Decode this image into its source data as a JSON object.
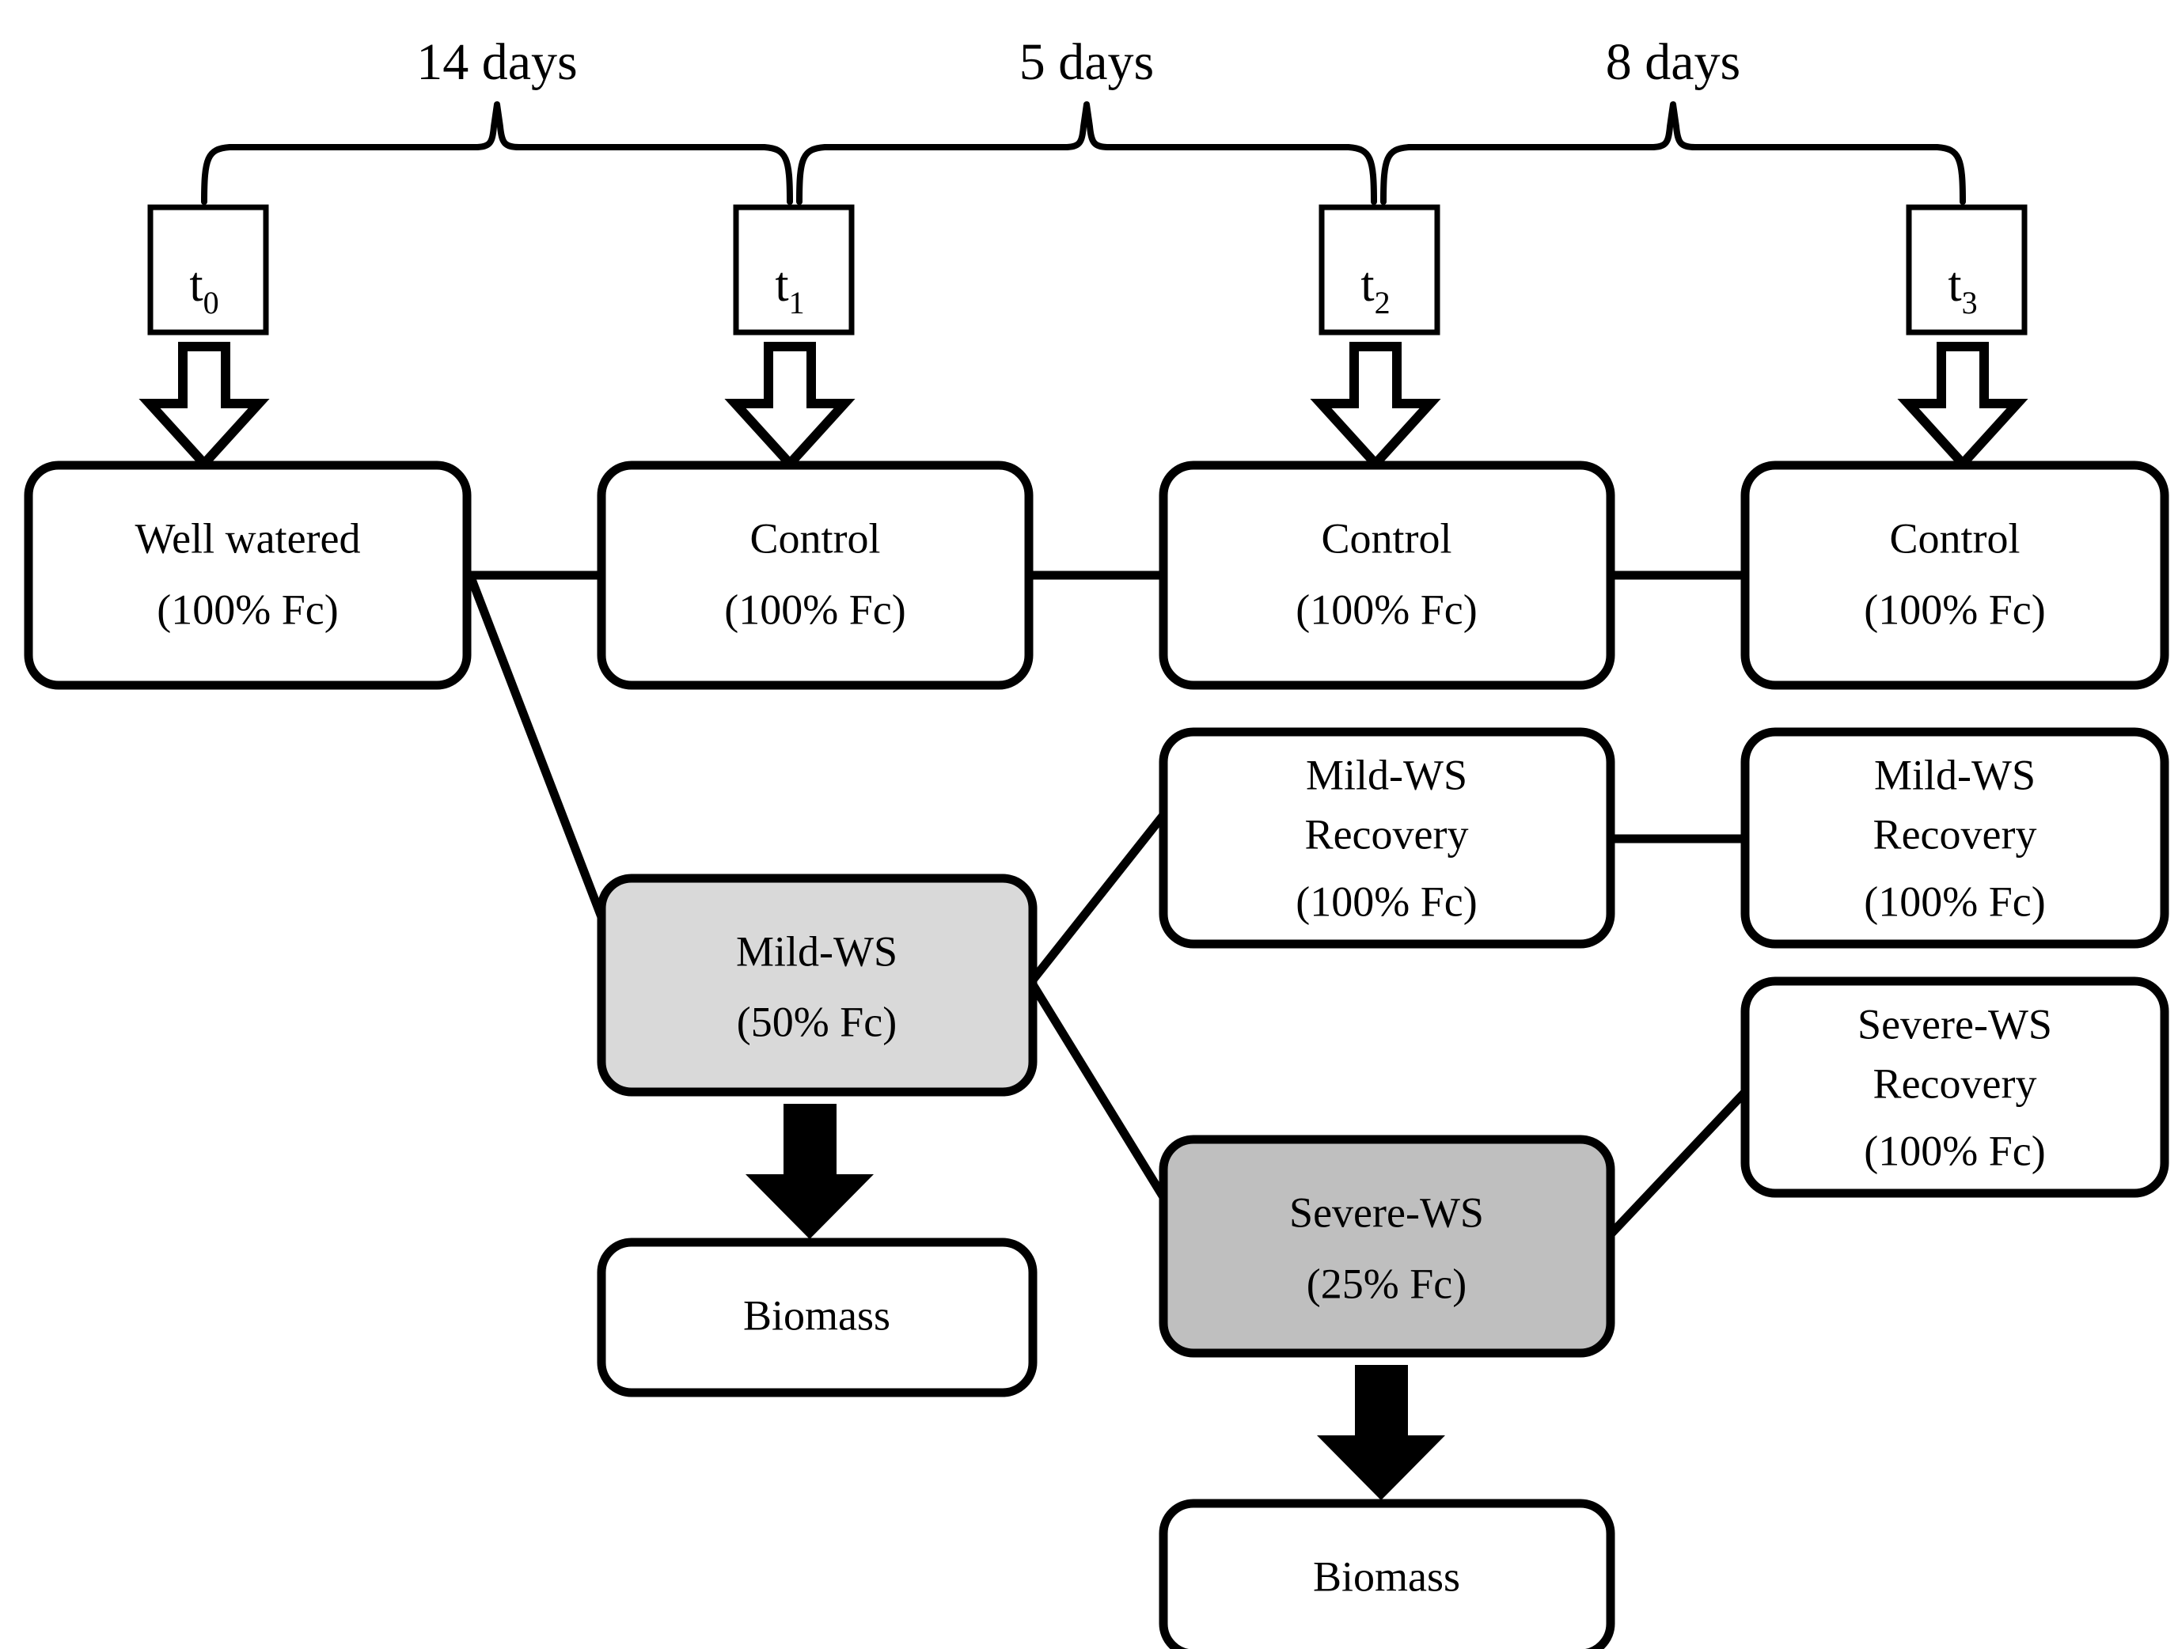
{
  "figure": {
    "type": "experimental-design-flow-diagram",
    "title": "Water stress experimental timeline",
    "background_color": "#ffffff",
    "line_color": "#000000"
  },
  "timeline": {
    "intervals": [
      {
        "label": "14 days",
        "from": "t0",
        "to": "t1"
      },
      {
        "label": "5 days",
        "from": "t1",
        "to": "t2"
      },
      {
        "label": "8 days",
        "from": "t2",
        "to": "t3"
      }
    ],
    "timepoints": [
      {
        "base": "t",
        "sub": "0",
        "full": "t0"
      },
      {
        "base": "t",
        "sub": "1",
        "full": "t1"
      },
      {
        "base": "t",
        "sub": "2",
        "full": "t2"
      },
      {
        "base": "t",
        "sub": "3",
        "full": "t3"
      }
    ]
  },
  "colors": {
    "box_fill_white": "#ffffff",
    "box_fill_mild": "#d9d9d9",
    "box_fill_severe": "#bfbfbf",
    "stroke": "#000000"
  },
  "treatments": {
    "well_watered": {
      "line1": "Well watered",
      "line2": "(100% Fc)",
      "fill": "#ffffff"
    },
    "control_t1": {
      "line1": "Control",
      "line2": "(100% Fc)",
      "fill": "#ffffff"
    },
    "control_t2": {
      "line1": "Control",
      "line2": "(100% Fc)",
      "fill": "#ffffff"
    },
    "control_t3": {
      "line1": "Control",
      "line2": "(100% Fc)",
      "fill": "#ffffff"
    },
    "mild_ws": {
      "line1": "Mild-WS",
      "line2": "(50% Fc)",
      "fill": "#d9d9d9"
    },
    "severe_ws": {
      "line1": "Severe-WS",
      "line2": "(25% Fc)",
      "fill": "#bfbfbf"
    },
    "mild_recovery_t2": {
      "line1": "Mild-WS",
      "line2": "Recovery",
      "line3": "(100% Fc)",
      "fill": "#ffffff"
    },
    "mild_recovery_t3": {
      "line1": "Mild-WS",
      "line2": "Recovery",
      "line3": "(100% Fc)",
      "fill": "#ffffff"
    },
    "severe_recovery_t3": {
      "line1": "Severe-WS",
      "line2": "Recovery",
      "line3": "(100% Fc)",
      "fill": "#ffffff"
    },
    "biomass_mild": {
      "line1": "Biomass",
      "fill": "#ffffff"
    },
    "biomass_severe": {
      "line1": "Biomass",
      "fill": "#ffffff"
    }
  },
  "icons": {
    "hollow_down_arrow": "hollow-down-arrow-icon",
    "solid_down_arrow": "solid-down-arrow-icon",
    "curly_brace": "curly-brace-icon"
  }
}
